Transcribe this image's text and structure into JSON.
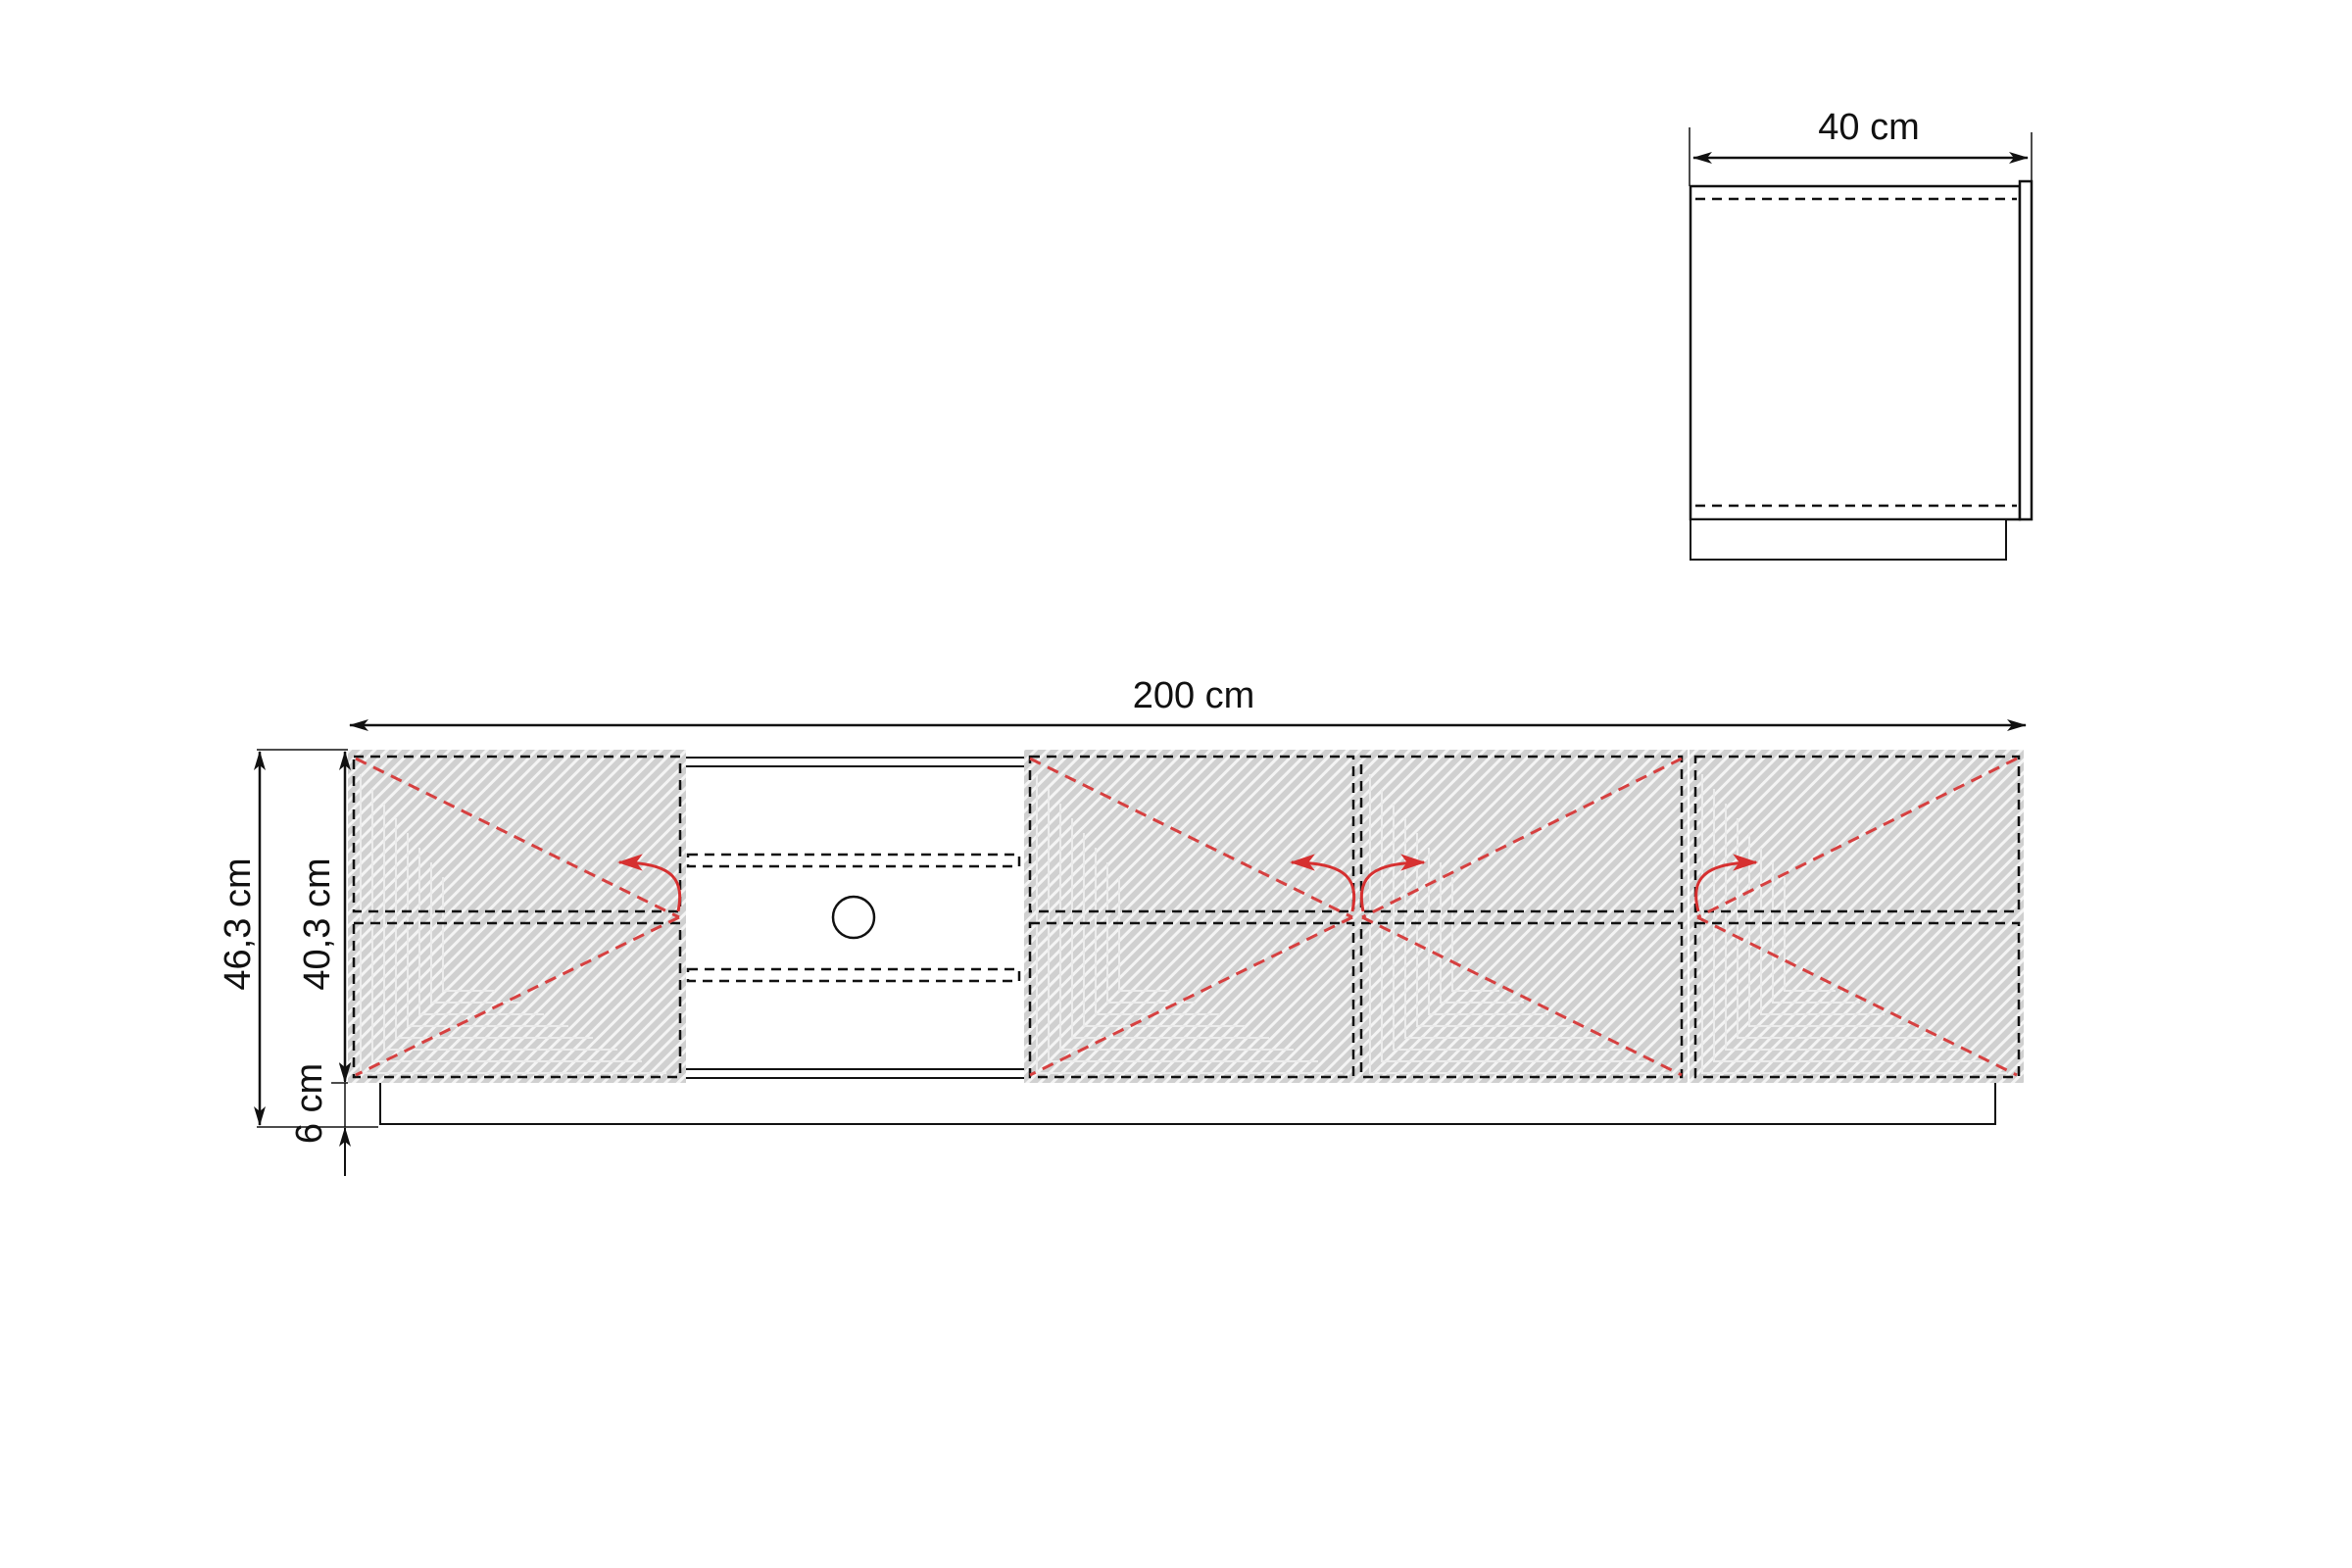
{
  "diagram": {
    "type": "furniture-technical-drawing",
    "subject": "TV stand cabinet, front and side views",
    "colors": {
      "line": "#111111",
      "panel_fill": "#d4d4d4",
      "panel_stripe": "#f2f2f2",
      "opening_arrow": "#d63030",
      "opening_dash": "#d64040"
    }
  },
  "side_view": {
    "width_label": "40 cm"
  },
  "front_view": {
    "width_label": "200 cm",
    "total_height_label": "46,3 cm",
    "body_height_label": "40,3 cm",
    "base_height_label": "6 cm",
    "sections": [
      {
        "name": "left-door",
        "hinge": "left",
        "opens": "left"
      },
      {
        "name": "open-compartment",
        "shelves": 2,
        "cable_hole": true
      },
      {
        "name": "middle-left-door",
        "hinge": "left",
        "opens": "left"
      },
      {
        "name": "middle-right-door",
        "hinge": "right",
        "opens": "right"
      },
      {
        "name": "right-door",
        "hinge": "left",
        "opens": "right"
      }
    ]
  }
}
